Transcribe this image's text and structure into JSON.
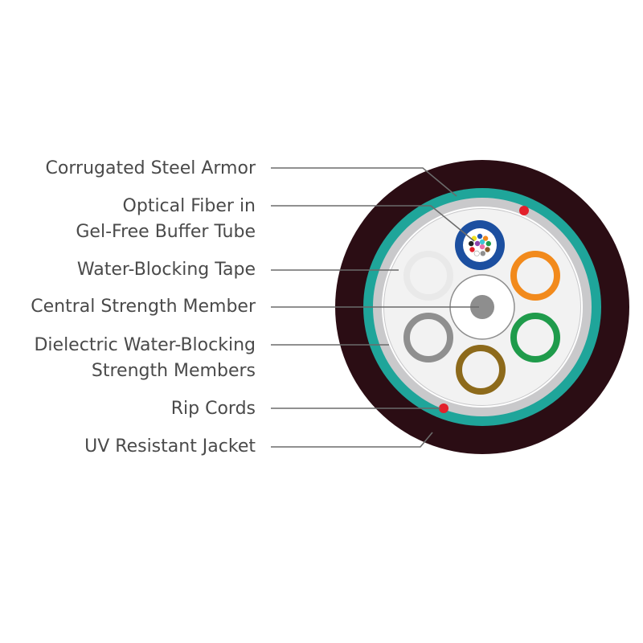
{
  "labels": [
    {
      "id": "corrugated-steel-armor",
      "lines": [
        "Corrugated Steel Armor"
      ]
    },
    {
      "id": "optical-fiber",
      "lines": [
        "Optical Fiber in",
        "Gel-Free Buffer Tube"
      ]
    },
    {
      "id": "water-blocking-tape",
      "lines": [
        "Water-Blocking Tape"
      ]
    },
    {
      "id": "central-strength-member",
      "lines": [
        "Central Strength Member"
      ]
    },
    {
      "id": "dielectric-strength-members",
      "lines": [
        "Dielectric Water-Blocking",
        "Strength Members"
      ]
    },
    {
      "id": "rip-cords",
      "lines": [
        "Rip Cords"
      ]
    },
    {
      "id": "uv-resistant-jacket",
      "lines": [
        "UV Resistant Jacket"
      ]
    }
  ],
  "colors": {
    "jacket": "#2b0d14",
    "armor": "#1fa59a",
    "tape": "#c9c9cb",
    "interior": "#f2f2f2",
    "rip_cord": "#e3202b",
    "buffer_tube": "#1c4fa0",
    "central_member": "#8e8e8e",
    "leader_line": "#6b6b6b",
    "label_text": "#4a4a4a",
    "strength_member_colors": [
      "#e9e9e9",
      "#f28a1c",
      "#1f9b4b",
      "#8d6a1b",
      "#8f8f8f"
    ],
    "fiber_colors": [
      "#1e56b3",
      "#f28a1c",
      "#1f9b4b",
      "#8d5a2b",
      "#8f8f8f",
      "#ffffff",
      "#e3202b",
      "#222222",
      "#f2e21c",
      "#8e44ad",
      "#ec6fa7",
      "#3ec7d6"
    ]
  }
}
